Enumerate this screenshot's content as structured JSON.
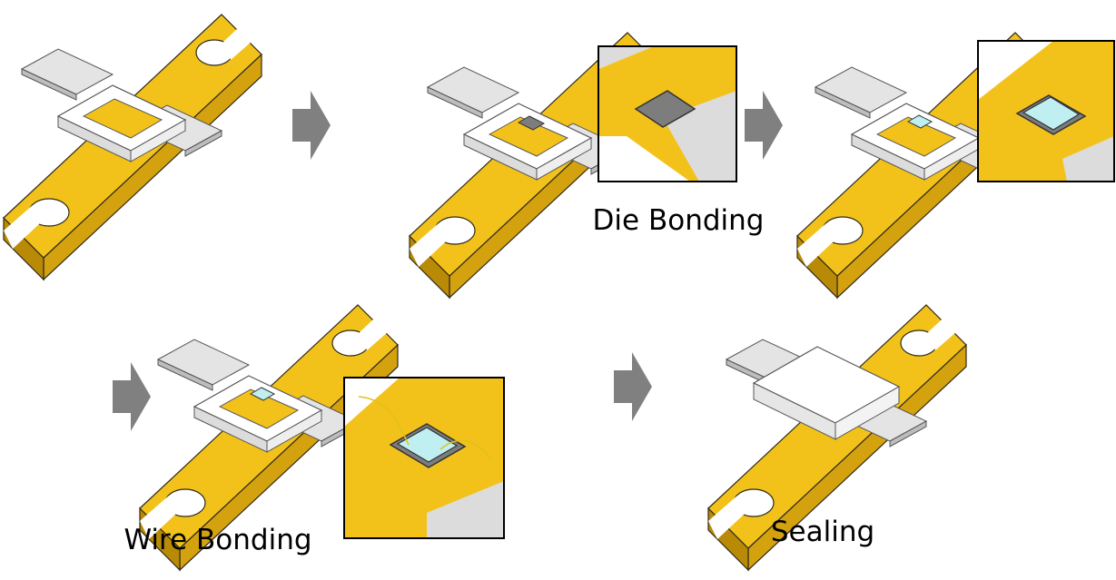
{
  "labels": {
    "die_bonding": "Die Bonding",
    "wire_bonding": "Wire Bonding",
    "sealing": "Sealing"
  },
  "colors": {
    "gold": "#f2c21b",
    "gold_side": "#d4a10f",
    "gold_dark": "#b88a06",
    "outline": "#2f2a1a",
    "white": "#ffffff",
    "white_side": "#dcdcdc",
    "lead": "#e4e4e4",
    "lead_side": "#bdbdbd",
    "die_gray": "#7d7d7d",
    "chip": "#bfeff1",
    "arrow": "#808080",
    "inset_border": "#000000"
  },
  "icons": {
    "arrow": "process-arrow-icon"
  }
}
